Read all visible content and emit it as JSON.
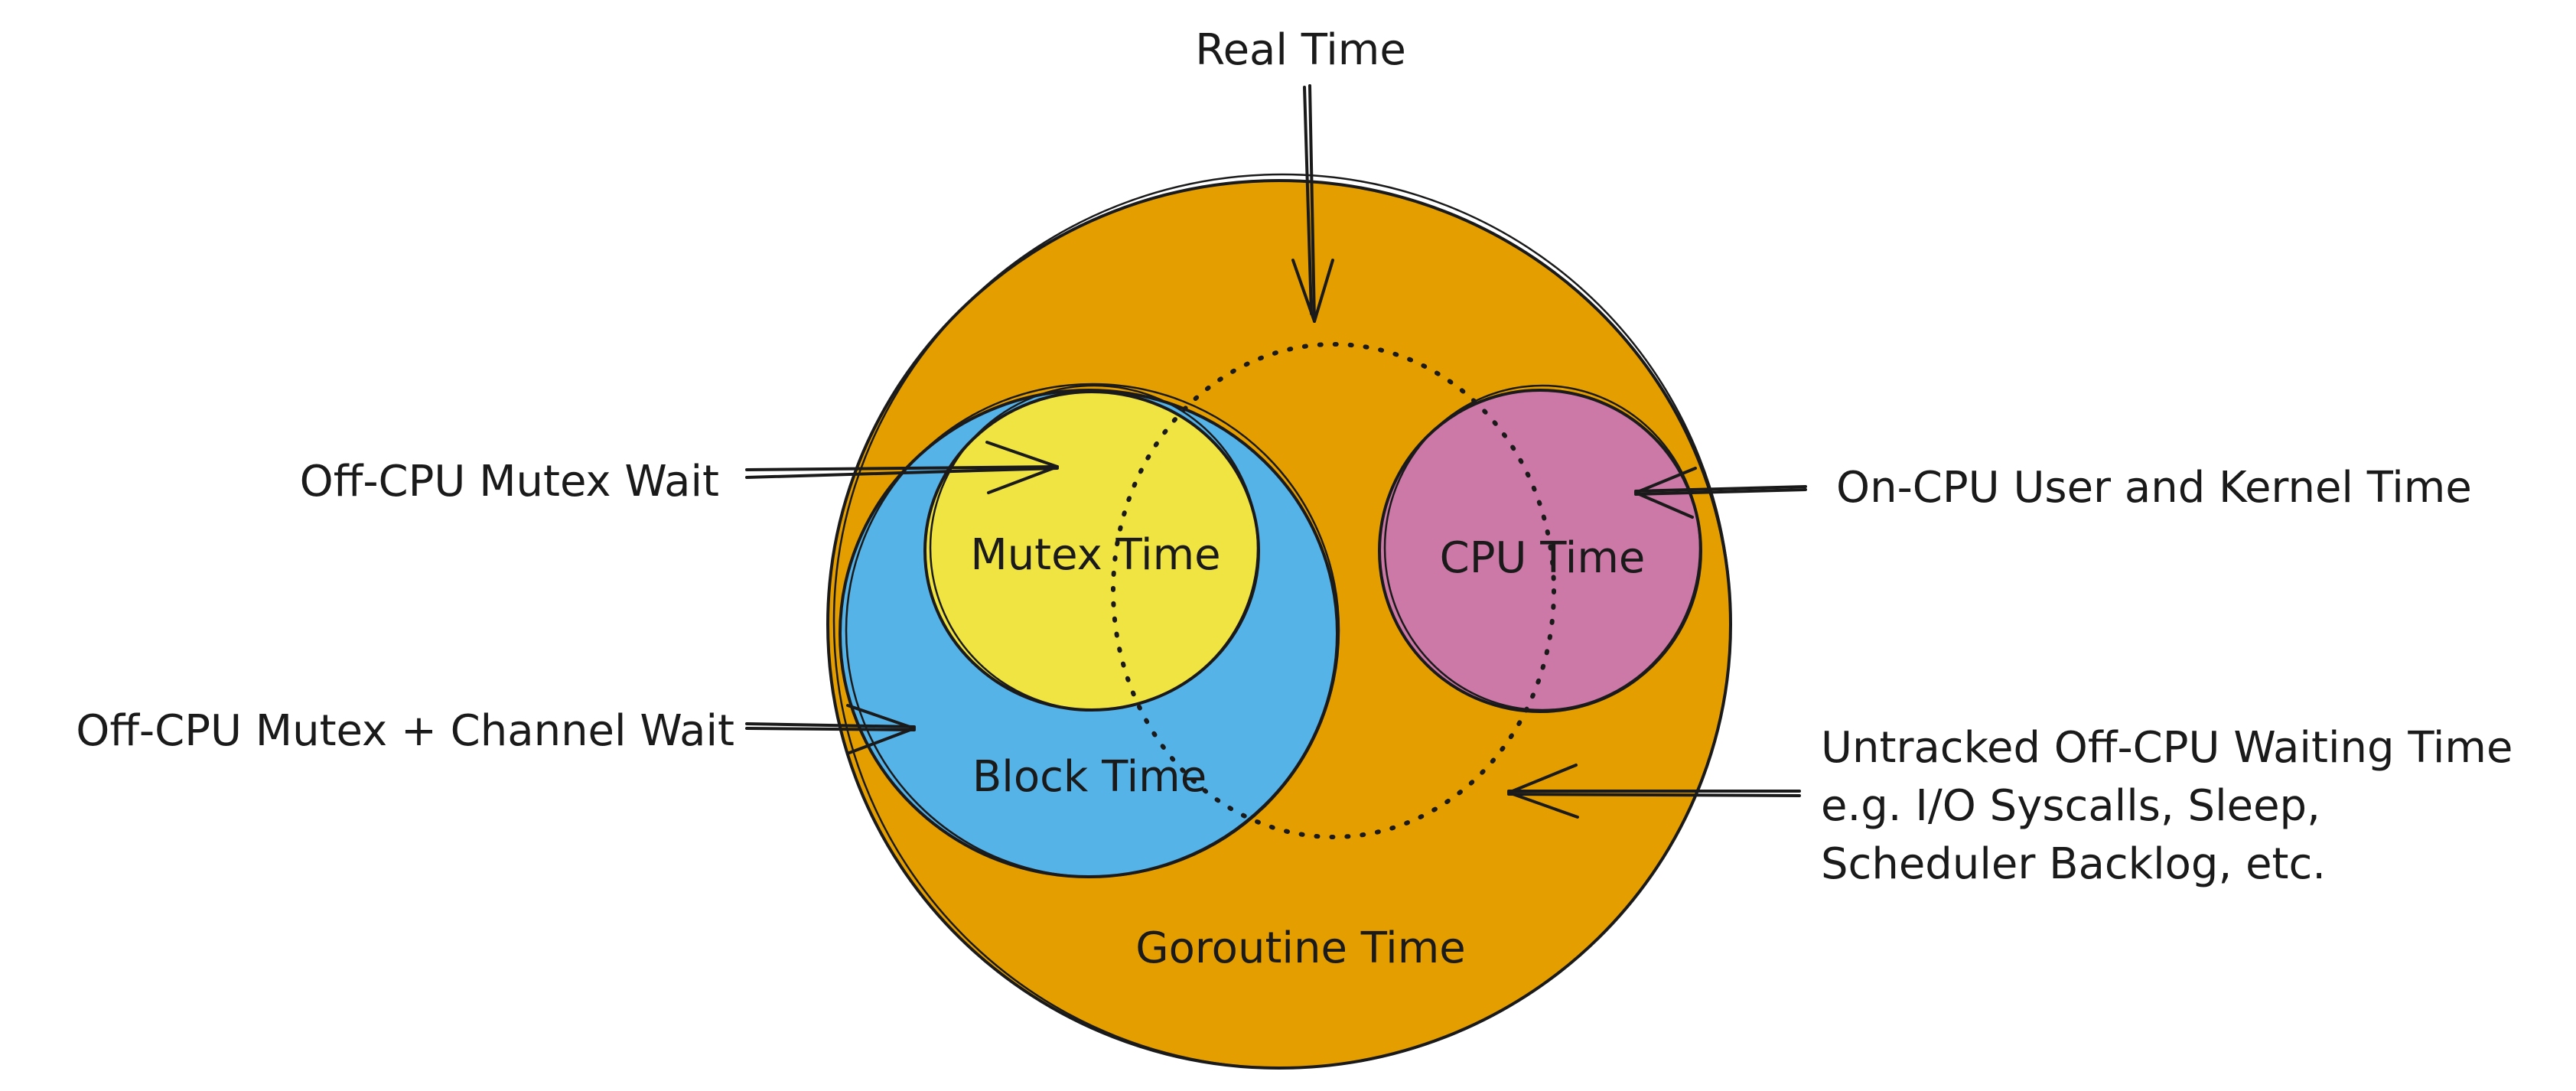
{
  "colors": {
    "goroutine": "#E59E00",
    "block": "#55B3E8",
    "mutex": "#F0E442",
    "cpu": "#CC79A7",
    "outline": "#1a1a1a"
  },
  "circles": {
    "goroutine": "Goroutine Time",
    "block": "Block Time",
    "mutex": "Mutex Time",
    "cpu": "CPU Time"
  },
  "labels": {
    "real_time": "Real Time",
    "mutex_wait": "Off-CPU Mutex Wait",
    "mutex_channel_wait": "Off-CPU Mutex + Channel Wait",
    "on_cpu": "On-CPU User and Kernel Time",
    "untracked_line1": "Untracked Off-CPU Waiting Time",
    "untracked_line2": "e.g. I/O Syscalls, Sleep,",
    "untracked_line3": "Scheduler Backlog, etc."
  }
}
